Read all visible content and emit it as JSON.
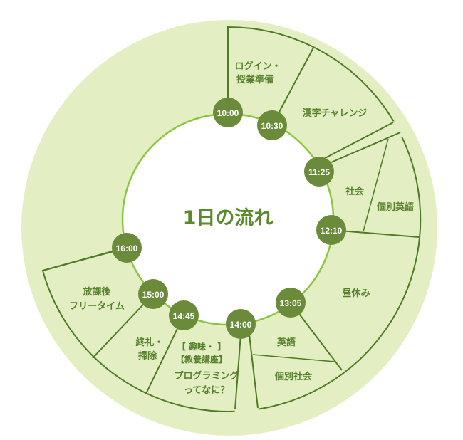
{
  "title": "1日の流れ",
  "colors": {
    "band": "#e3efc3",
    "outline": "#4f7a23",
    "node": "#6a8c3a",
    "ring": "#8cc63f",
    "text": "#56802b"
  },
  "times": [
    "10:00",
    "10:30",
    "11:25",
    "12:10",
    "13:05",
    "14:00",
    "14:45",
    "15:00",
    "16:00"
  ],
  "activities": {
    "login": [
      "ログイン・",
      "授業準備"
    ],
    "kanji": "漢字チャレンジ",
    "social": "社会",
    "indiv_english": "個別英語",
    "lunch": "昼休み",
    "english": "英語",
    "indiv_social": "個別社会",
    "hobby_header": [
      "【 趣味・ 】",
      "【教養講座】"
    ],
    "programming": [
      "プログラミング",
      "ってなに？"
    ],
    "closing": [
      "終礼・",
      "掃除"
    ],
    "after_school": [
      "放課後",
      "フリータイム"
    ]
  }
}
